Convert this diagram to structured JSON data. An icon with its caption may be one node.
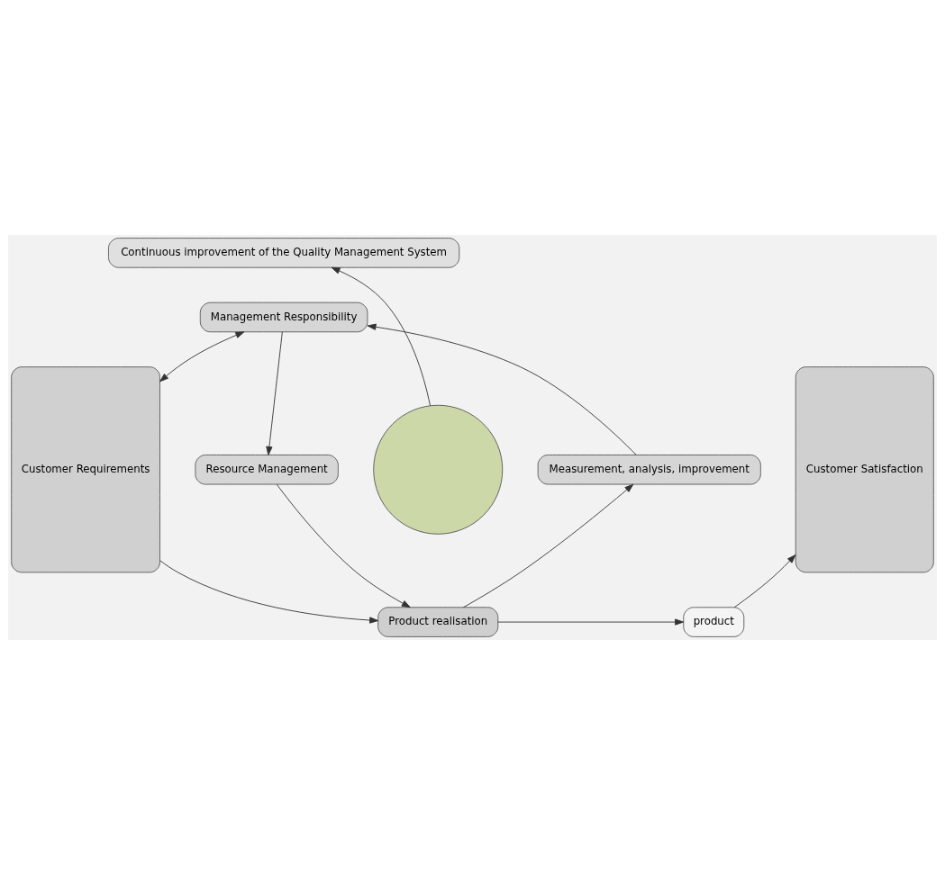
{
  "diagram": {
    "nodes": [
      {
        "text": [
          "Continuous improvement of the Quality Management System"
        ]
      },
      {
        "text": [
          "Customer Requirements"
        ]
      },
      {
        "text": [],
        "shape": "circle"
      },
      {
        "text": [
          "Management Responsibility"
        ]
      },
      {
        "text": [
          "Resource Management"
        ]
      },
      {
        "text": [
          "Measurement, analysis, improvement"
        ]
      },
      {
        "text": [
          "Product realisation"
        ]
      },
      {
        "text": [
          "product"
        ]
      },
      {
        "text": [
          "Customer Satisfaction"
        ]
      }
    ],
    "edges": [
      {
        "from": 1,
        "to": 3,
        "arrow": "both"
      },
      {
        "from": 3,
        "to": 4,
        "arrow": "to"
      },
      {
        "from": 4,
        "to": 6,
        "arrow": "to"
      },
      {
        "from": 6,
        "to": 5,
        "arrow": "to"
      },
      {
        "from": 5,
        "to": 3,
        "arrow": "to"
      },
      {
        "from": 1,
        "to": 6,
        "arrow": "to"
      },
      {
        "from": 6,
        "to": 7,
        "arrow": "to"
      },
      {
        "from": 7,
        "to": 8,
        "arrow": "to"
      },
      {
        "from": 2,
        "to": 0,
        "arrow": "to"
      }
    ]
  }
}
